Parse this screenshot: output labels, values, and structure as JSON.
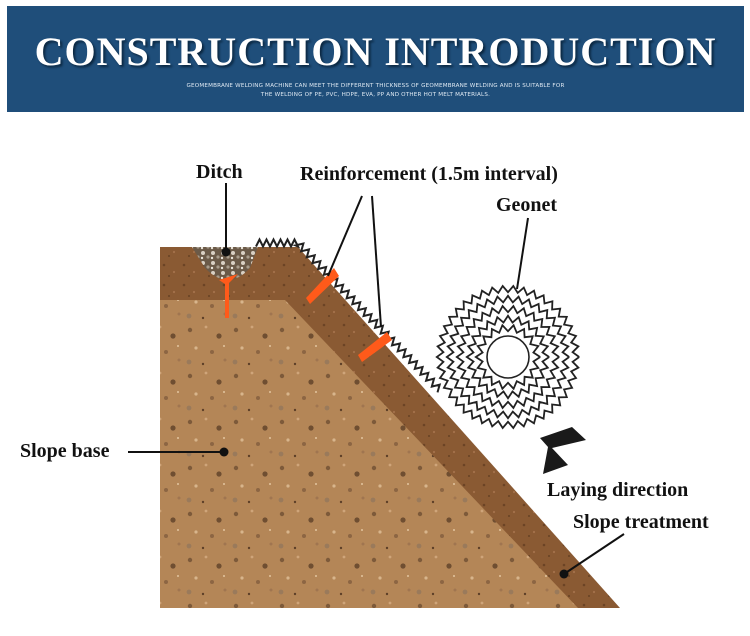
{
  "banner": {
    "title": "CONSTRUCTION INTRODUCTION",
    "subtitle_line1": "GEOMEMBRANE WELDING MACHINE CAN MEET THE DIFFERENT THICKNESS OF GEOMEMBRANE WELDING AND IS SUITABLE FOR",
    "subtitle_line2": "THE WELDING OF PE, PVC, HDPE, EVA, PP AND OTHER HOT MELT MATERIALS.",
    "background_color": "#1f4e7a"
  },
  "labels": {
    "ditch": "Ditch",
    "reinforcement": "Reinforcement (1.5m interval)",
    "geonet": "Geonet",
    "slope_base": "Slope base",
    "laying_direction": "Laying direction",
    "slope_treatment": "Slope treatment"
  },
  "colors": {
    "soil": "#b48657",
    "topsoil": "#8a5a33",
    "anchor": "#ff5a1a",
    "geonet": "#222222",
    "arrow": "#1a1a1a"
  }
}
